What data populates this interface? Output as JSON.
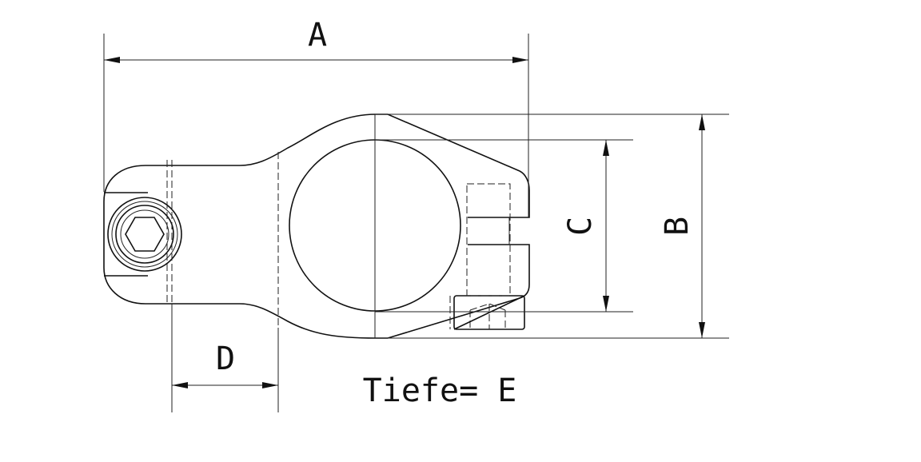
{
  "dimensions": {
    "a": "A",
    "b": "B",
    "c": "C",
    "d": "D",
    "depth_note": "Tiefe= E"
  }
}
